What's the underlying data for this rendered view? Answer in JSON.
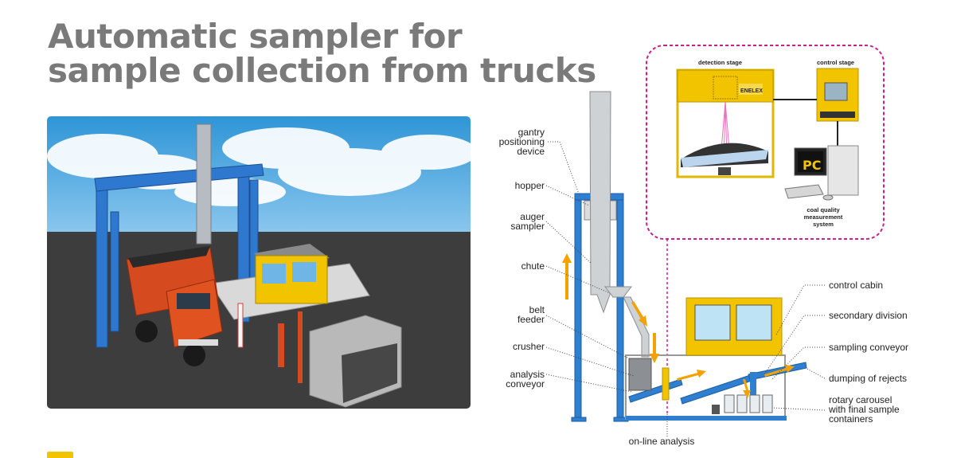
{
  "title": "Automatic sampler for sample collection from trucks",
  "photo": {
    "subject": "3D rendering of truck under gantry sampler"
  },
  "diagram": {
    "labels_left": {
      "gantry_1": "gantry",
      "gantry_2": "positioning",
      "gantry_3": "device",
      "hopper": "hopper",
      "auger_1": "auger",
      "auger_2": "sampler",
      "chute": "chute",
      "belt_1": "belt",
      "belt_2": "feeder",
      "crusher": "crusher",
      "analysis_1": "analysis",
      "analysis_2": "conveyor"
    },
    "labels_right": {
      "control_cabin": "control cabin",
      "secondary_division": "secondary division",
      "sampling_conveyor": "sampling conveyor",
      "dumping": "dumping of rejects",
      "carousel_1": "rotary carousel",
      "carousel_2": "with final sample",
      "carousel_3": "containers"
    },
    "online_analysis": "on-line analysis",
    "inset": {
      "detection_stage": "detection stage",
      "control_stage": "control stage",
      "brand": "ENELEX",
      "pc": "PC",
      "system_1": "coal quality",
      "system_2": "measurement",
      "system_3": "system"
    }
  },
  "colors": {
    "accent_yellow": "#f2c400",
    "structure_blue": "#2f7fd0",
    "flow_orange": "#f5a100",
    "inset_border": "#cc1f8a",
    "title_gray": "#7a7a7a"
  }
}
